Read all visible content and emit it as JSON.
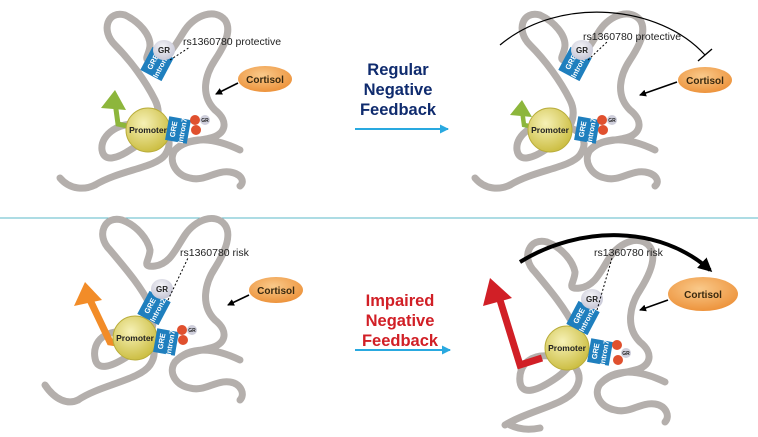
{
  "colors": {
    "chromatin": "#b4afac",
    "gre_box": "#1f7fbe",
    "gr_bubble": "#d9d9e6",
    "promoter": "#ded56a",
    "cortisol": "#f3a24e",
    "regular_title": "#0f2b6e",
    "impaired_title": "#d11f26",
    "mid_arrow": "#29a9e0",
    "arrow_green": "#8db63c",
    "arrow_orange": "#f28c28",
    "arrow_red": "#d11f26",
    "divider": "#5bb8c8",
    "small_red_dot": "#e0502e"
  },
  "labels": {
    "gr": "GR",
    "gre_intron2_line1": "GRE",
    "gre_intron2_line2": "Intron2",
    "gre_intron7_line1": "GRE",
    "gre_intron7_line2": "Intron7",
    "promoter": "Promoter",
    "cortisol": "Cortisol",
    "mini_gr": "GR"
  },
  "panels": {
    "top": {
      "snp_label": "rs1360780 protective",
      "center_text": [
        "Regular",
        "Negative",
        "Feedback"
      ]
    },
    "bottom": {
      "snp_label": "rs1360780 risk",
      "center_text": [
        "Impaired",
        "Negative",
        "Feedback"
      ]
    }
  }
}
